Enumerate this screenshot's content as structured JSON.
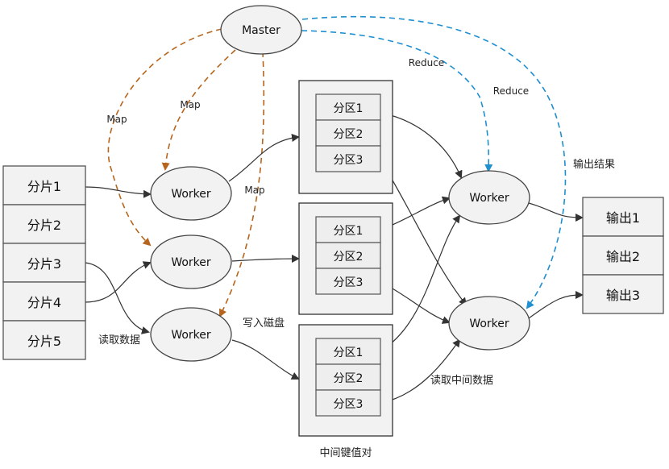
{
  "master": {
    "label": "Master"
  },
  "splits": [
    "分片1",
    "分片2",
    "分片3",
    "分片4",
    "分片5"
  ],
  "map_workers": [
    "Worker",
    "Worker",
    "Worker"
  ],
  "partition_groups": [
    [
      "分区1",
      "分区2",
      "分区3"
    ],
    [
      "分区1",
      "分区2",
      "分区3"
    ],
    [
      "分区1",
      "分区2",
      "分区3"
    ]
  ],
  "reduce_workers": [
    "Worker",
    "Worker"
  ],
  "outputs": [
    "输出1",
    "输出2",
    "输出3"
  ],
  "labels": {
    "map_left": "Map",
    "map_mid": "Map",
    "map_right": "Map",
    "reduce_1": "Reduce",
    "reduce_2": "Reduce",
    "read_data": "读取数据",
    "write_disk": "写入磁盘",
    "intermediate_kv": "中间键值对",
    "read_intermediate": "读取中间数据",
    "output_result": "输出结果"
  },
  "colors": {
    "map_arrow": "#b5651d",
    "reduce_arrow": "#1f8fd0",
    "data_arrow": "#333333",
    "box_fill": "#f2f2f2",
    "box_stroke": "#555555"
  }
}
